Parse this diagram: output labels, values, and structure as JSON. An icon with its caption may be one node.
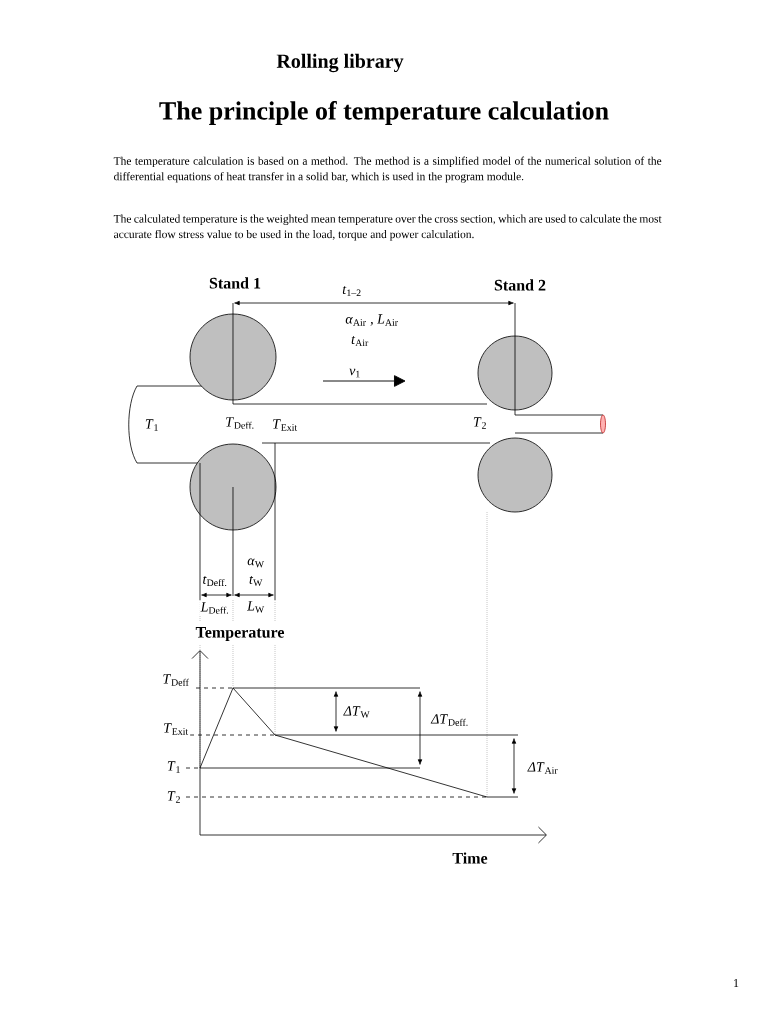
{
  "diagram": {
    "title": "The principle of temperature calculation",
    "labels": [
      "Rolling library",
      "The temperature calculation is based on a method. The method is a simplified model of the numerical solution of the differential equations of heat transfer in a solid bar, which is used in the program module.",
      "The calculated temperature is the weighted mean temperature over the cross section, which are used to calculate the most accurate flow stress value to be used in the load, torque and power calculation.",
      "Stand 1",
      "*t*$_{1–2}$",
      "Stand 2",
      "*α*$_{Air}$ , *L*$_{Air}$",
      "*t*$_{Air}$",
      "*v*$_{1}$",
      "*T*$_{1}$",
      "*T*$_{Deff.}$",
      "*T*$_{Exit}$",
      "*T*$_{2}$",
      "*α*$_{W}$",
      "*t*$_{Deff.}$",
      "*t*$_{W}$",
      "*L*$_{Deff.}$",
      "*L*$_{W}$",
      "Temperature",
      "*T*$_{Deff}$",
      "*ΔT*$_{W}$",
      "*ΔT*$_{Deff.}$",
      "*T*$_{Exit}$",
      "*T*$_{1}$",
      "*ΔT*$_{Air}$",
      "*T*$_{2}$",
      "Time",
      "1"
    ]
  }
}
